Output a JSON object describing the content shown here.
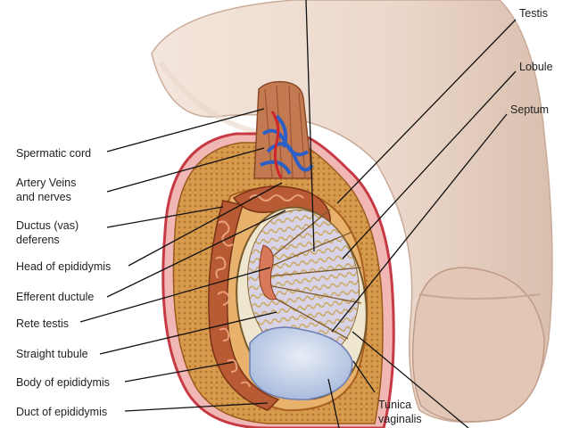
{
  "labels": {
    "testis": "Testis",
    "lobule": "Lobule",
    "septum": "Septum",
    "spermatic_cord": "Spermatic cord",
    "artery_veins_line1": "Artery Veins",
    "artery_veins_line2": "and nerves",
    "ductus_line1": "Ductus (vas)",
    "ductus_line2": "deferens",
    "head_epididymis": "Head of epididymis",
    "efferent_ductule": "Efferent ductule",
    "rete_testis": "Rete testis",
    "straight_tubule": "Straight tubule",
    "body_epididymis": "Body of epididymis",
    "duct_epididymis": "Duct of epididymis",
    "tunica_line1": "Tunica",
    "tunica_line2": "vaginalis"
  }
}
